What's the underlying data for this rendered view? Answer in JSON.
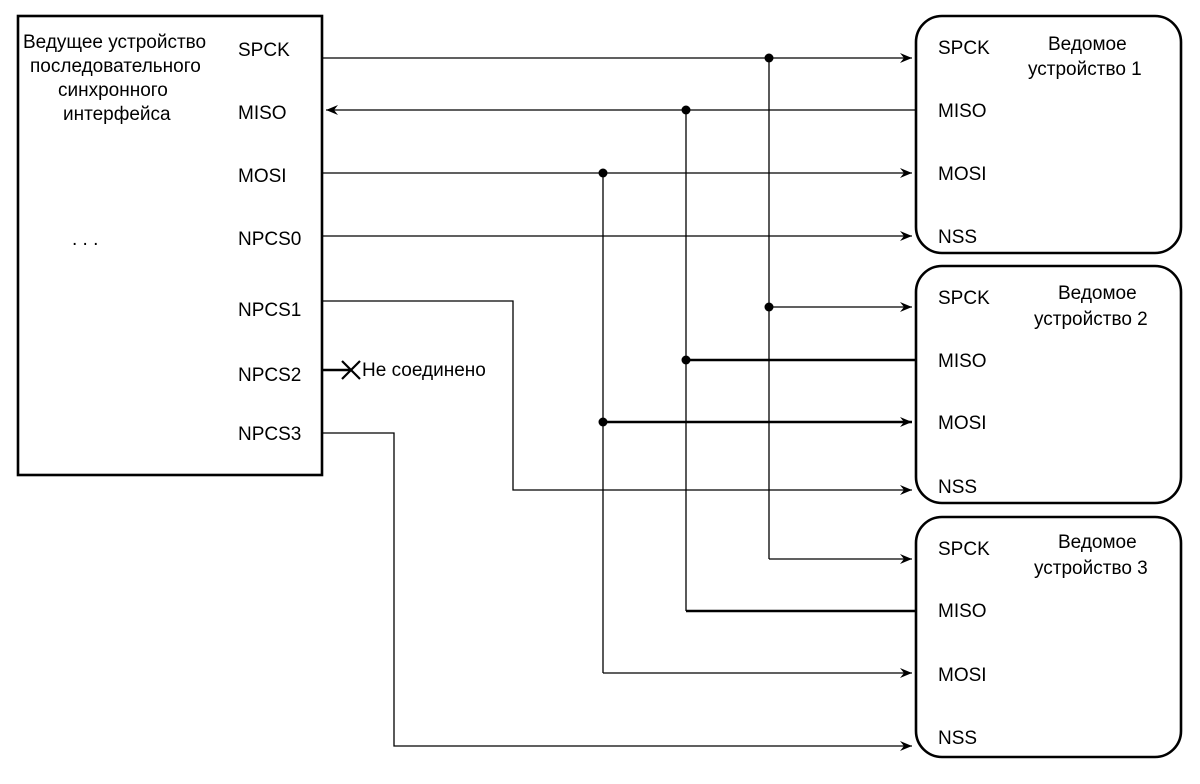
{
  "master": {
    "title_lines": [
      "Ведущее устройство",
      "последовательного",
      "синхронного",
      "интерфейса"
    ],
    "ellipsis": ". . .",
    "pins": [
      "SPCK",
      "MISO",
      "MOSI",
      "NPCS0",
      "NPCS1",
      "NPCS2",
      "NPCS3"
    ]
  },
  "not_connected_label": "Не соединено",
  "slaves": [
    {
      "title_lines": [
        "Ведомое",
        "устройство 1"
      ],
      "pins": [
        "SPCK",
        "MISO",
        "MOSI",
        "NSS"
      ]
    },
    {
      "title_lines": [
        "Ведомое",
        "устройство 2"
      ],
      "pins": [
        "SPCK",
        "MISO",
        "MOSI",
        "NSS"
      ]
    },
    {
      "title_lines": [
        "Ведомое",
        "устройство 3"
      ],
      "pins": [
        "SPCK",
        "MISO",
        "MOSI",
        "NSS"
      ]
    }
  ]
}
